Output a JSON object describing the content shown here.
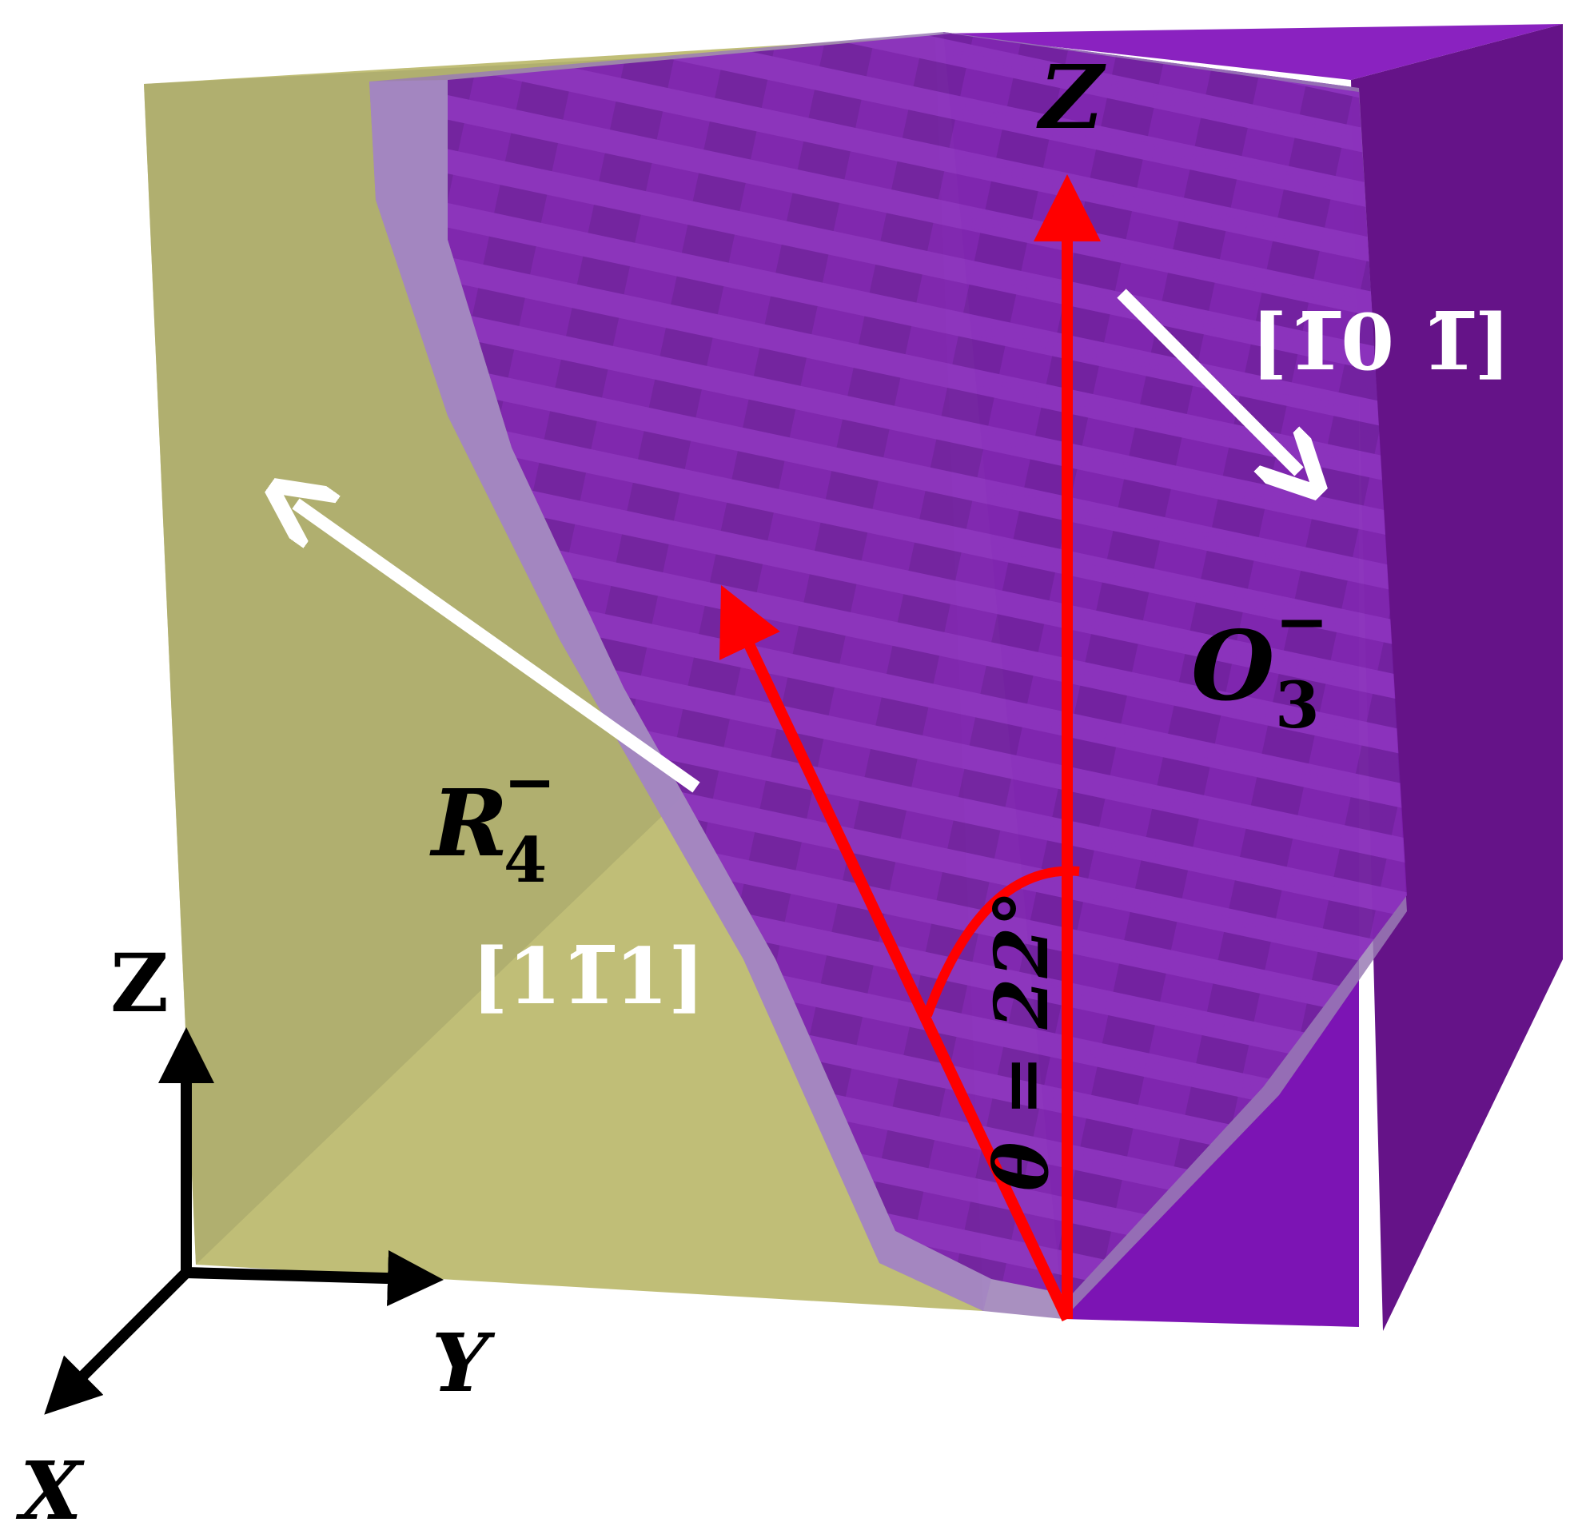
{
  "labels": {
    "z_top": "Z",
    "direction_right": "[1̅0 1̅]",
    "direction_left": "[11̅1]",
    "phase_right_base": "O",
    "phase_right_sub": "3",
    "phase_right_sup": "−",
    "phase_left_base": "R",
    "phase_left_sub": "4",
    "phase_left_sup": "−",
    "angle": "θ = 22°",
    "axis_z": "Z",
    "axis_y": "Y",
    "axis_x": "X"
  },
  "colors": {
    "yellow_phase": "#b9b66f",
    "purple_phase": "#7b16b0",
    "interface": "#9c7cb8",
    "red_vector": "#ff0000",
    "white_arrow": "#ffffff",
    "axes": "#000000"
  }
}
